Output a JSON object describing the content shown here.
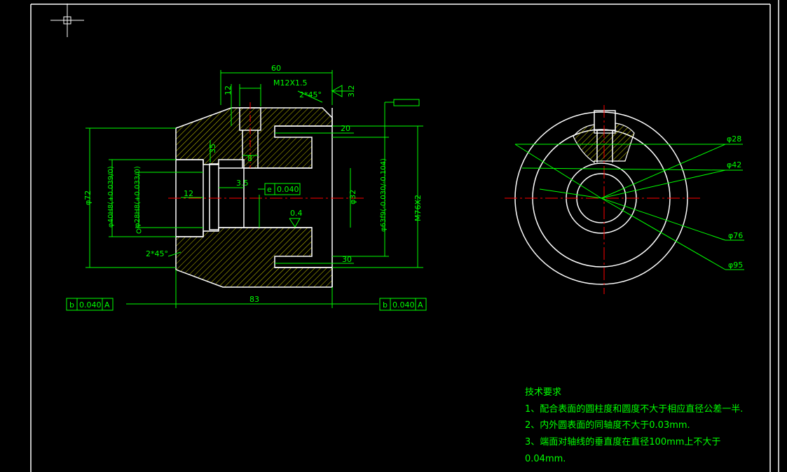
{
  "drawing": {
    "dims": {
      "len60": "60",
      "thread_small": "M12X1.5",
      "chamfer_top": "2*45°",
      "rough_32": "3.2",
      "h12": "12",
      "w20": "20",
      "d35": "35",
      "d8": "8",
      "d3_5": "3.5",
      "tol_e_letter": "e",
      "tol_e_value": "0.040",
      "h12b": "12",
      "phi32": "φ32",
      "rough_04": "0.4",
      "w30": "30",
      "phi72": "φ72",
      "phi40": "φ40H8(+0.039/0)",
      "phi28": "φ28H8(+0.033/0)",
      "phi63": "φ63f9(-0.030/-0.104)",
      "thread_big": "M76X2",
      "chamfer_bottom": "2*45°",
      "total83": "83",
      "tol_b_left_letter": "b",
      "tol_b_left_value": "0.040",
      "tol_b_left_ref": "A",
      "tol_b_right_letter": "b",
      "tol_b_right_value": "0.040",
      "tol_b_right_ref": "A"
    },
    "side_view": {
      "phi28": "φ28",
      "phi42": "φ42",
      "phi76": "φ76",
      "phi95": "φ95"
    },
    "tech_requirements": {
      "title": "技术要求",
      "items": [
        "1、配合表面的圆柱度和圆度不大于相应直径公差一半.",
        "2、内外圆表面的同轴度不大于0.03mm.",
        "3、端面对轴线的垂直度在直径100mm上不大于",
        "0.04mm."
      ]
    },
    "colors": {
      "outline": "#ffffff",
      "dimension": "#00ff00",
      "center": "#ff0000",
      "hatch": "#ffff00"
    }
  }
}
